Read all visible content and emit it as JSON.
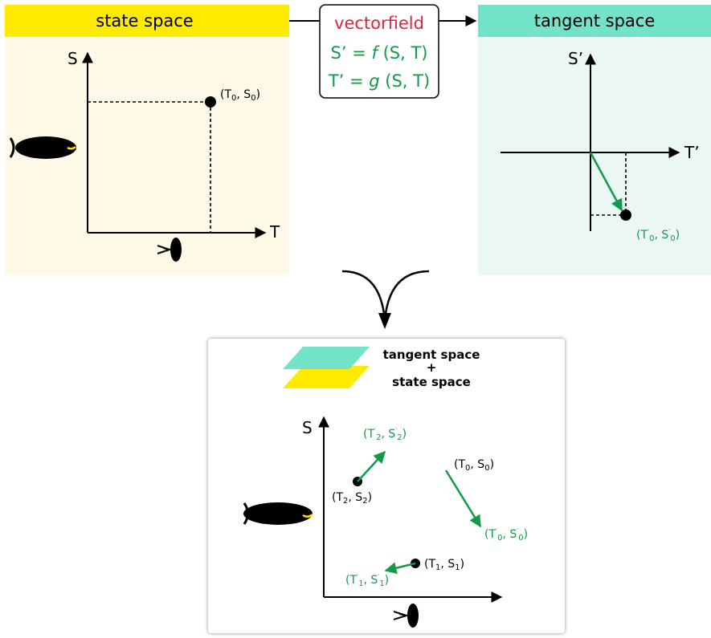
{
  "colors": {
    "yellow": "#ffea00",
    "state_bg": "#fef8e6",
    "teal": "#72e3c8",
    "tangent_bg": "#eaf7f4",
    "green": "#129a48",
    "red": "#e0233c",
    "fish_eye": "#ffe200"
  },
  "state_space": {
    "header": "state space",
    "y_axis_label": "S",
    "x_axis_label": "T",
    "point_label": {
      "base": "(T",
      "sub": "0",
      "mid": ", S",
      "sub2": "0",
      "end": ")"
    }
  },
  "vectorfield": {
    "title": "vectorfield",
    "eq1": {
      "lhs": "S’ = ",
      "fn": "f",
      "rhs": " (S, T)"
    },
    "eq2": {
      "lhs": "T’ = ",
      "fn": "g",
      "rhs": " (S, T)"
    }
  },
  "tangent_space": {
    "header": "tangent space",
    "y_axis_label": "S’",
    "x_axis_label": "T’",
    "point_label": {
      "a": "(T",
      "s1": "′",
      "s2": "0",
      "b": ", S",
      "s3": "′",
      "s4": "0",
      "c": ")"
    }
  },
  "combined": {
    "legend_line1": "tangent space",
    "legend_line2": "+",
    "legend_line3": "state space",
    "y_axis_label": "S",
    "labels": {
      "t2s2_prime": {
        "a": "(T",
        "s1": "′",
        "s2": "2",
        "b": ", S",
        "s3": "′",
        "s4": "2",
        "c": ")"
      },
      "t2s2": {
        "a": "(T",
        "s1": "2",
        "b": ", S",
        "s2": "2",
        "c": ")"
      },
      "t0s0": {
        "a": "(T",
        "s1": "0",
        "b": ", S",
        "s2": "0",
        "c": ")"
      },
      "t0s0_prime": {
        "a": "(T",
        "s1": "′",
        "s2": "0",
        "b": ", S",
        "s3": "′",
        "s4": "0",
        "c": ")"
      },
      "t1s1": {
        "a": "(T",
        "s1": "1",
        "b": ", S",
        "s2": "1",
        "c": ")"
      },
      "t1s1_prime": {
        "a": "(T",
        "s1": "′",
        "s2": "1",
        "b": ", S",
        "s3": "′",
        "s4": "1",
        "c": ")"
      }
    }
  },
  "icons": [
    "fish-icon",
    "small-fish-icon"
  ]
}
